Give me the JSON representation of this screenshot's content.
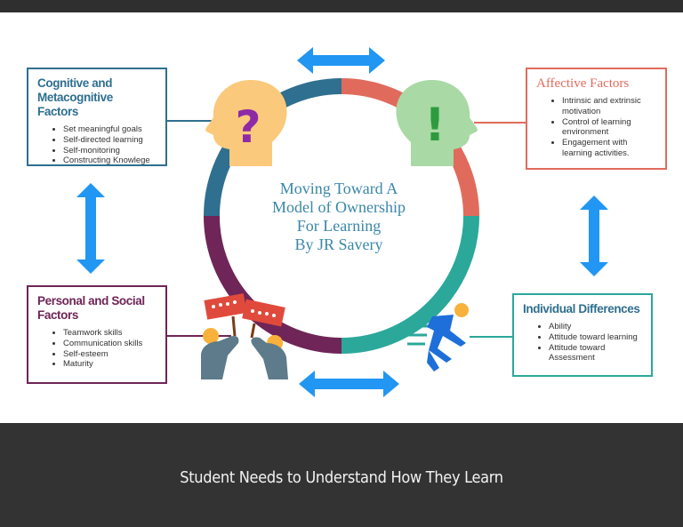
{
  "title_lines": [
    "Moving Toward A",
    "Model of Ownership",
    "For Learning",
    "By JR Savery"
  ],
  "cards": {
    "cognitive": {
      "title_lines": [
        "Cognitive and",
        "Metacognitive Factors"
      ],
      "items": [
        "Set meaningful goals",
        "Self-directed learning",
        "Self-monitoring",
        "Constructing Knowlege"
      ]
    },
    "affective": {
      "title_lines": [
        "Affective Factors"
      ],
      "items": [
        "Intrinsic and extrinsic motivation",
        "Control of learning environment",
        "Engagement with learning activities."
      ]
    },
    "personal": {
      "title_lines": [
        "Personal and Social",
        "Factors"
      ],
      "items": [
        "Teamwork skills",
        "Communication skills",
        "Self-esteem",
        "Maturity"
      ]
    },
    "individual": {
      "title_lines": [
        "Individual Differences"
      ],
      "items": [
        "Ability",
        "Attitude toward learning",
        "Attitude toward Assessment"
      ]
    }
  },
  "icons": {
    "question_head": "?",
    "exclamation_head": "!"
  },
  "colors": {
    "cognitive": "#2f6f8f",
    "affective": "#e06b5c",
    "personal": "#6f2557",
    "individual": "#2ba89a",
    "arrow": "#2196f3",
    "title": "#3b87a8"
  },
  "caption": "Student Needs to Understand How They Learn"
}
